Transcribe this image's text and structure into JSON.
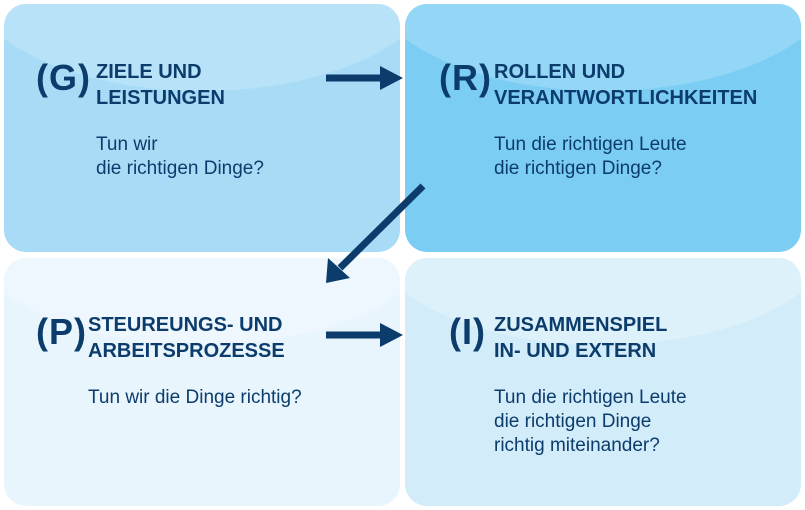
{
  "panels": {
    "g": {
      "letter": "(G)",
      "title": [
        "ZIELE UND",
        "LEISTUNGEN"
      ],
      "question": [
        "Tun wir",
        "die richtigen Dinge?"
      ]
    },
    "r": {
      "letter": "(R)",
      "title": [
        "ROLLEN UND",
        "VERANTWORTLICHKEITEN"
      ],
      "question": [
        "Tun die richtigen Leute",
        "die richtigen Dinge?"
      ]
    },
    "p": {
      "letter": "(P)",
      "title": [
        "STEUREUNGS- UND",
        "ARBEITSPROZESSE"
      ],
      "question": [
        "Tun wir die Dinge richtig?"
      ]
    },
    "i": {
      "letter": "(I)",
      "title": [
        "ZUSAMMENSPIEL",
        "IN- UND EXTERN"
      ],
      "question": [
        "Tun die richtigen Leute",
        "die richtigen Dinge",
        "richtig miteinander?"
      ]
    }
  },
  "colors": {
    "g_panel": "#a8dcf6",
    "r_panel": "#7ccdf4",
    "p_panel": "#e8f5fd",
    "i_panel": "#d2ecfa",
    "text": "#0c3c6c",
    "arrow": "#0c3c6c"
  }
}
